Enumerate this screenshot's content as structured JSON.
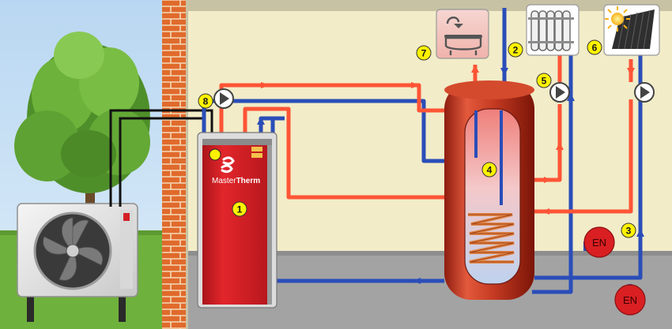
{
  "labels": {
    "heat_pump_unit": "1",
    "radiator_return": "2",
    "expansion_vessel": "3",
    "storage_tank": "4",
    "radiator_pump": "5",
    "solar_collector": "6",
    "bath": "7",
    "circulation_pump": "8"
  },
  "expansion_vessels": [
    "EN",
    "EN"
  ],
  "brand": {
    "prefix": "Master",
    "suffix": "Therm"
  },
  "icons": [
    "outdoor-heat-pump-icon",
    "tree-icon",
    "bathtub-icon",
    "radiator-icon",
    "solar-panel-icon",
    "pump-icon",
    "flow-arrow-icon"
  ],
  "colors": {
    "hot_pipe": "#ff5436",
    "cold_pipe": "#2a4db8",
    "unit_red": "#d41f23",
    "tank_red": "#b82b1a",
    "wall_beige": "#f2ecc8",
    "floor_grey": "#a3a3a3",
    "brick": "#d9632a",
    "callout_yellow": "#fff200",
    "sky": "#a9cdee",
    "grass": "#6fb13d"
  }
}
